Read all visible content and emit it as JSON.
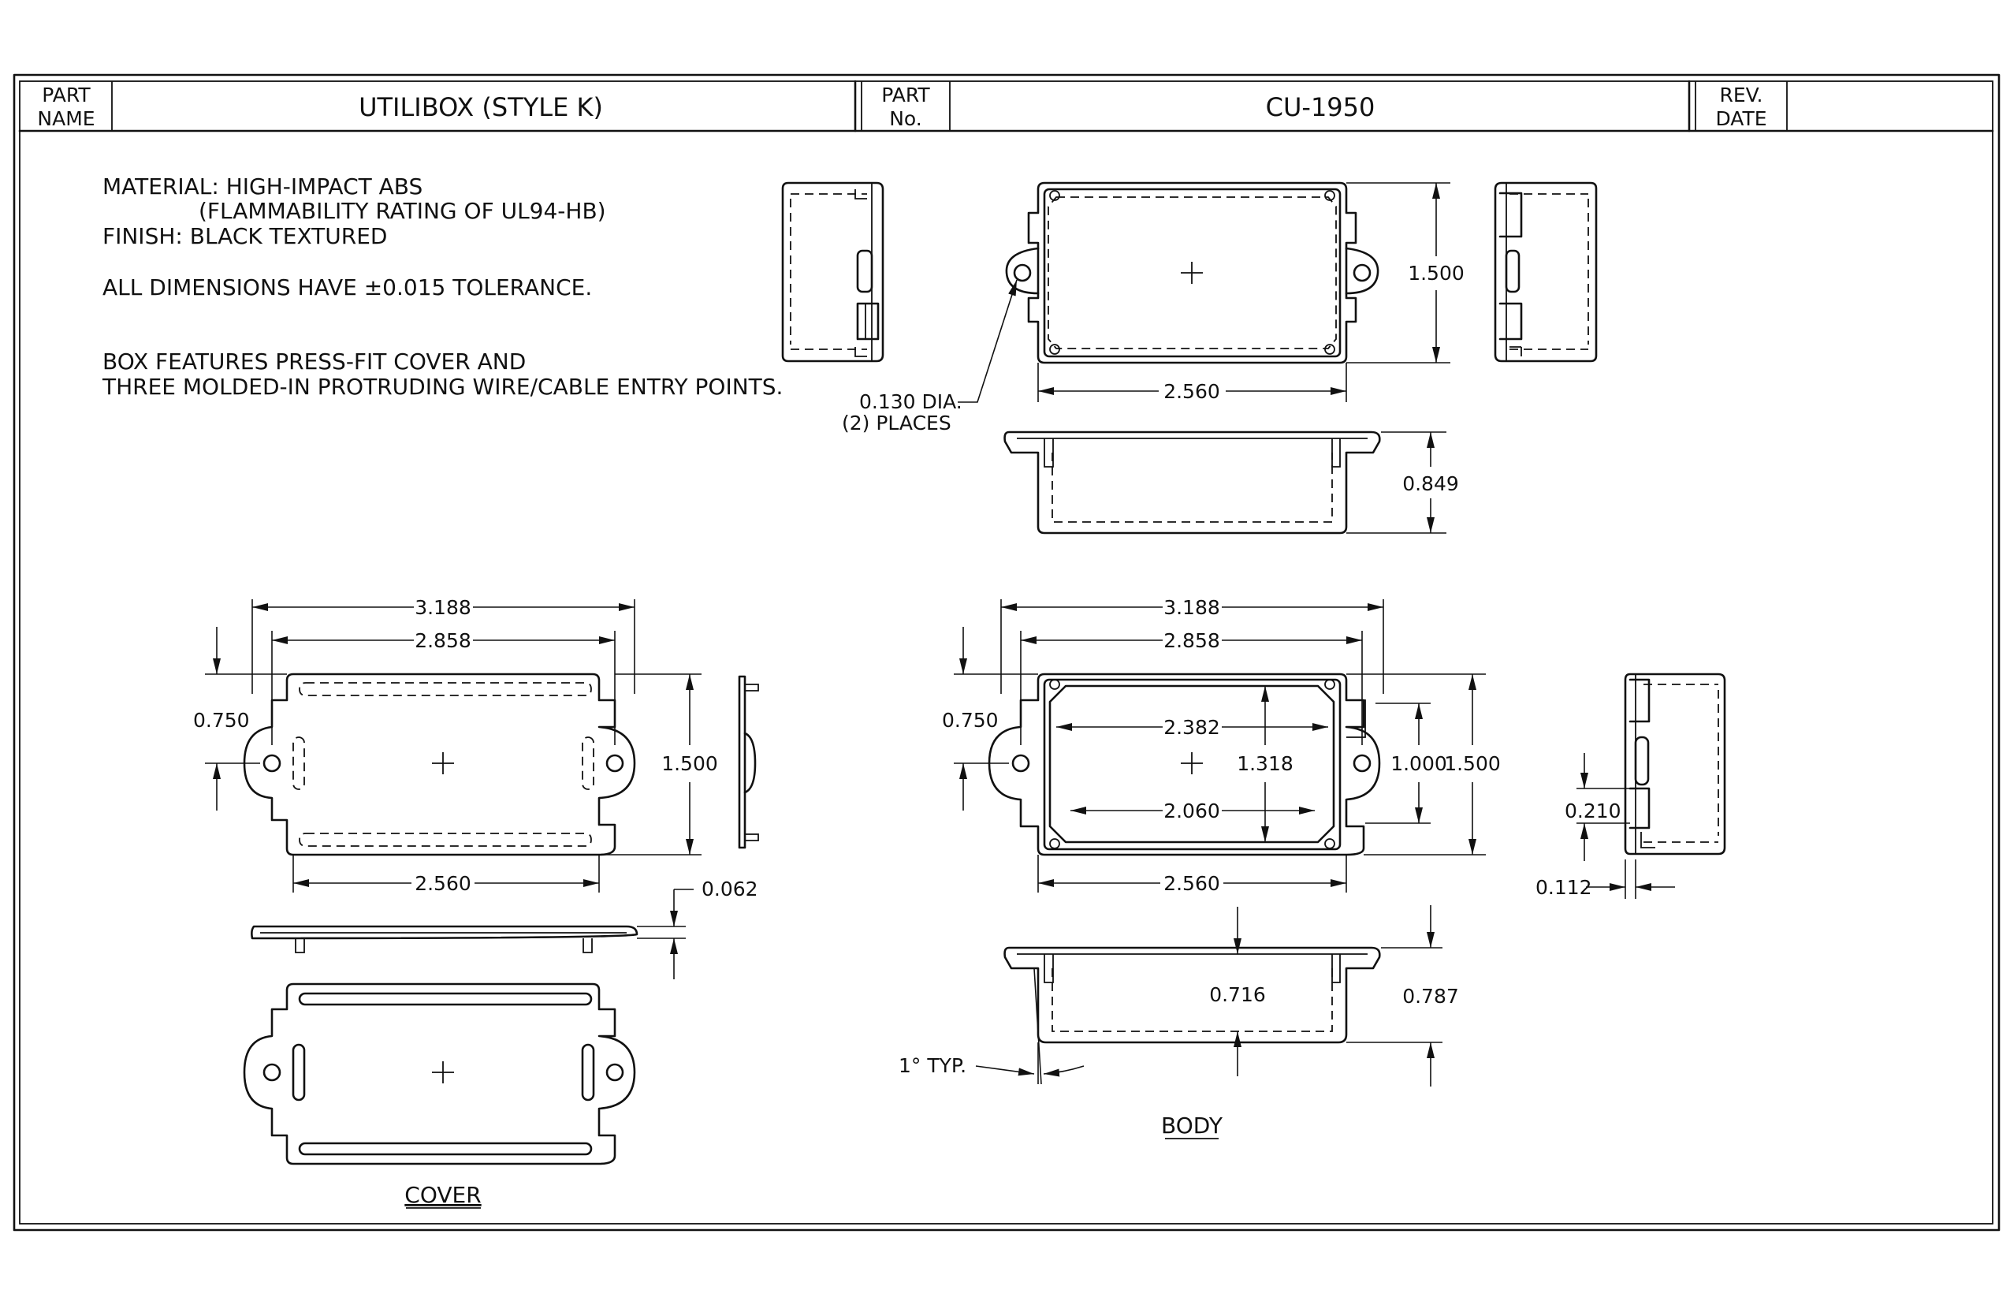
{
  "title_block": {
    "part_name_label": [
      "PART",
      "NAME"
    ],
    "part_name": "UTILIBOX (STYLE K)",
    "part_no_label": [
      "PART",
      "No."
    ],
    "part_no": "CU-1950",
    "rev_label": [
      "REV.",
      "DATE"
    ],
    "rev_date": ""
  },
  "notes": {
    "material": "MATERIAL: HIGH-IMPACT ABS",
    "flammability": "(FLAMMABILITY RATING OF UL94-HB)",
    "finish": "FINISH: BLACK TEXTURED",
    "tolerance": "ALL DIMENSIONS HAVE ±0.015 TOLERANCE.",
    "features_1": "BOX FEATURES PRESS-FIT COVER AND",
    "features_2": "THREE MOLDED-IN PROTRUDING WIRE/CABLE ENTRY POINTS."
  },
  "top_view": {
    "height": "1.500",
    "width": "2.560",
    "hole_dia": "0.130 DIA.",
    "hole_places": "(2) PLACES",
    "depth": "0.849"
  },
  "cover": {
    "overall_width": "3.188",
    "hole_spacing": "2.858",
    "hole_offset": "0.750",
    "height": "1.500",
    "width": "2.560",
    "thickness": "0.062",
    "label": "COVER"
  },
  "body": {
    "overall_width": "3.188",
    "hole_spacing": "2.858",
    "hole_offset": "0.750",
    "inner_top_width": "2.382",
    "inner_bottom_width": "2.060",
    "inner_height": "1.318",
    "inner_height_2": "1.000",
    "height": "1.500",
    "width": "2.560",
    "side_a": "0.210",
    "side_b": "0.112",
    "inner_depth": "0.716",
    "outer_depth": "0.787",
    "draft": "1° TYP.",
    "label": "BODY"
  }
}
